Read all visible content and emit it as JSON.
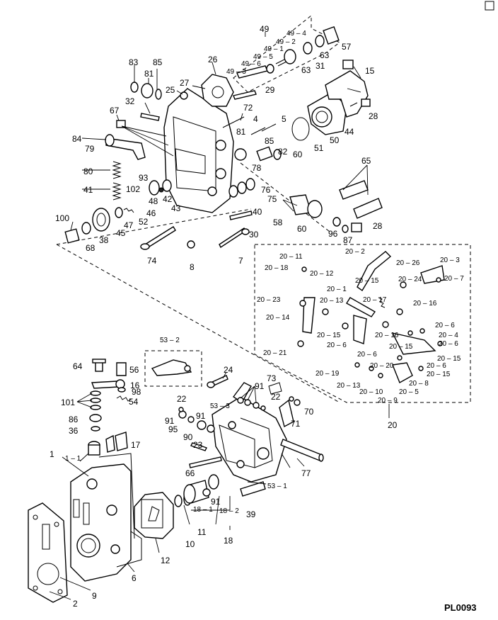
{
  "drawing_code": "PL0093",
  "labels": {
    "l49": "49",
    "l49_4": "49 – 4",
    "l49_2": "49 – 2",
    "l49_1": "49 – 1",
    "l49_5": "49 – 5",
    "l49_6": "49 – 6",
    "l49_3": "49 – 3",
    "l63a": "63",
    "l63b": "63",
    "l31": "31",
    "l57": "57",
    "l15": "15",
    "l26": "26",
    "l27": "27",
    "l29": "29",
    "l83": "83",
    "l81a": "81",
    "l85a": "85",
    "l25": "25",
    "l32": "32",
    "l67": "67",
    "l72": "72",
    "l4": "4",
    "l5": "5",
    "l81b": "81",
    "l28a": "28",
    "l44": "44",
    "l84": "84",
    "l79": "79",
    "l85b": "85",
    "l82": "82",
    "l60a": "60",
    "l51": "51",
    "l50": "50",
    "l80": "80",
    "l78": "78",
    "l65": "65",
    "l93": "93",
    "l41": "41",
    "l102": "102",
    "l48": "48",
    "l42": "42",
    "l76": "76",
    "l75": "75",
    "l46": "46",
    "l43": "43",
    "l40": "40",
    "l100": "100",
    "l47": "47",
    "l52": "52",
    "l58": "58",
    "l60b": "60",
    "l96": "96",
    "l28b": "28",
    "l68": "68",
    "l38": "38",
    "l45": "45",
    "l30": "30",
    "l87": "87",
    "l74": "74",
    "l8": "8",
    "l7": "7",
    "l20_11": "20 – 11",
    "l20_2": "20 – 2",
    "l20_26": "20 – 26",
    "l20_3": "20 – 3",
    "l20_18": "20 – 18",
    "l20_12": "20 – 12",
    "l20_24": "20 – 24",
    "l20_7": "20 – 7",
    "l20_1": "20 – 1",
    "l20_15a": "20 – 15",
    "l20_23": "20 – 23",
    "l20_13a": "20 – 13",
    "l20_17": "20 – 17",
    "l20_16a": "20 – 16",
    "l20_14": "20 – 14",
    "l20_6a": "20 – 6",
    "l20_15b": "20 – 15",
    "l20_6b": "20 – 6",
    "l20_16b": "20 – 16",
    "l20_4": "20 – 4",
    "l20_6c": "20 – 6",
    "l20_21": "20 – 21",
    "l20_15c": "20 – 15",
    "l20_6d": "20 – 6",
    "l20_15d": "20 – 15",
    "l20_19": "20 – 19",
    "l20_20": "20 – 20",
    "l20_6e": "20 – 6",
    "l20_15e": "20 – 15",
    "l20_8": "20 – 8",
    "l20_13b": "20 – 13",
    "l20_10": "20 – 10",
    "l20_5": "20 – 5",
    "l20_9": "20 – 9",
    "l20": "20",
    "l53_2": "53 – 2",
    "l64": "64",
    "l56": "56",
    "l16": "16",
    "l98": "98",
    "l54": "54",
    "l101": "101",
    "l86": "86",
    "l36": "36",
    "l17": "17",
    "l1": "1",
    "l1_1": "1 – 1",
    "l24": "24",
    "l73": "73",
    "l91a": "91",
    "l53_3": "53 – 3",
    "l22a": "22",
    "l22b": "22",
    "l91b": "91",
    "l91c": "91",
    "l70": "70",
    "l95": "95",
    "l90": "90",
    "l71": "71",
    "l23": "23",
    "l66": "66",
    "l77": "77",
    "l53_1": "53 – 1",
    "l91d": "91",
    "l18_1": "18 – 1",
    "l18_2": "18 – 2",
    "l39": "39",
    "l10": "10",
    "l11": "11",
    "l18": "18",
    "l12": "12",
    "l6": "6",
    "l2": "2",
    "l9": "9"
  }
}
